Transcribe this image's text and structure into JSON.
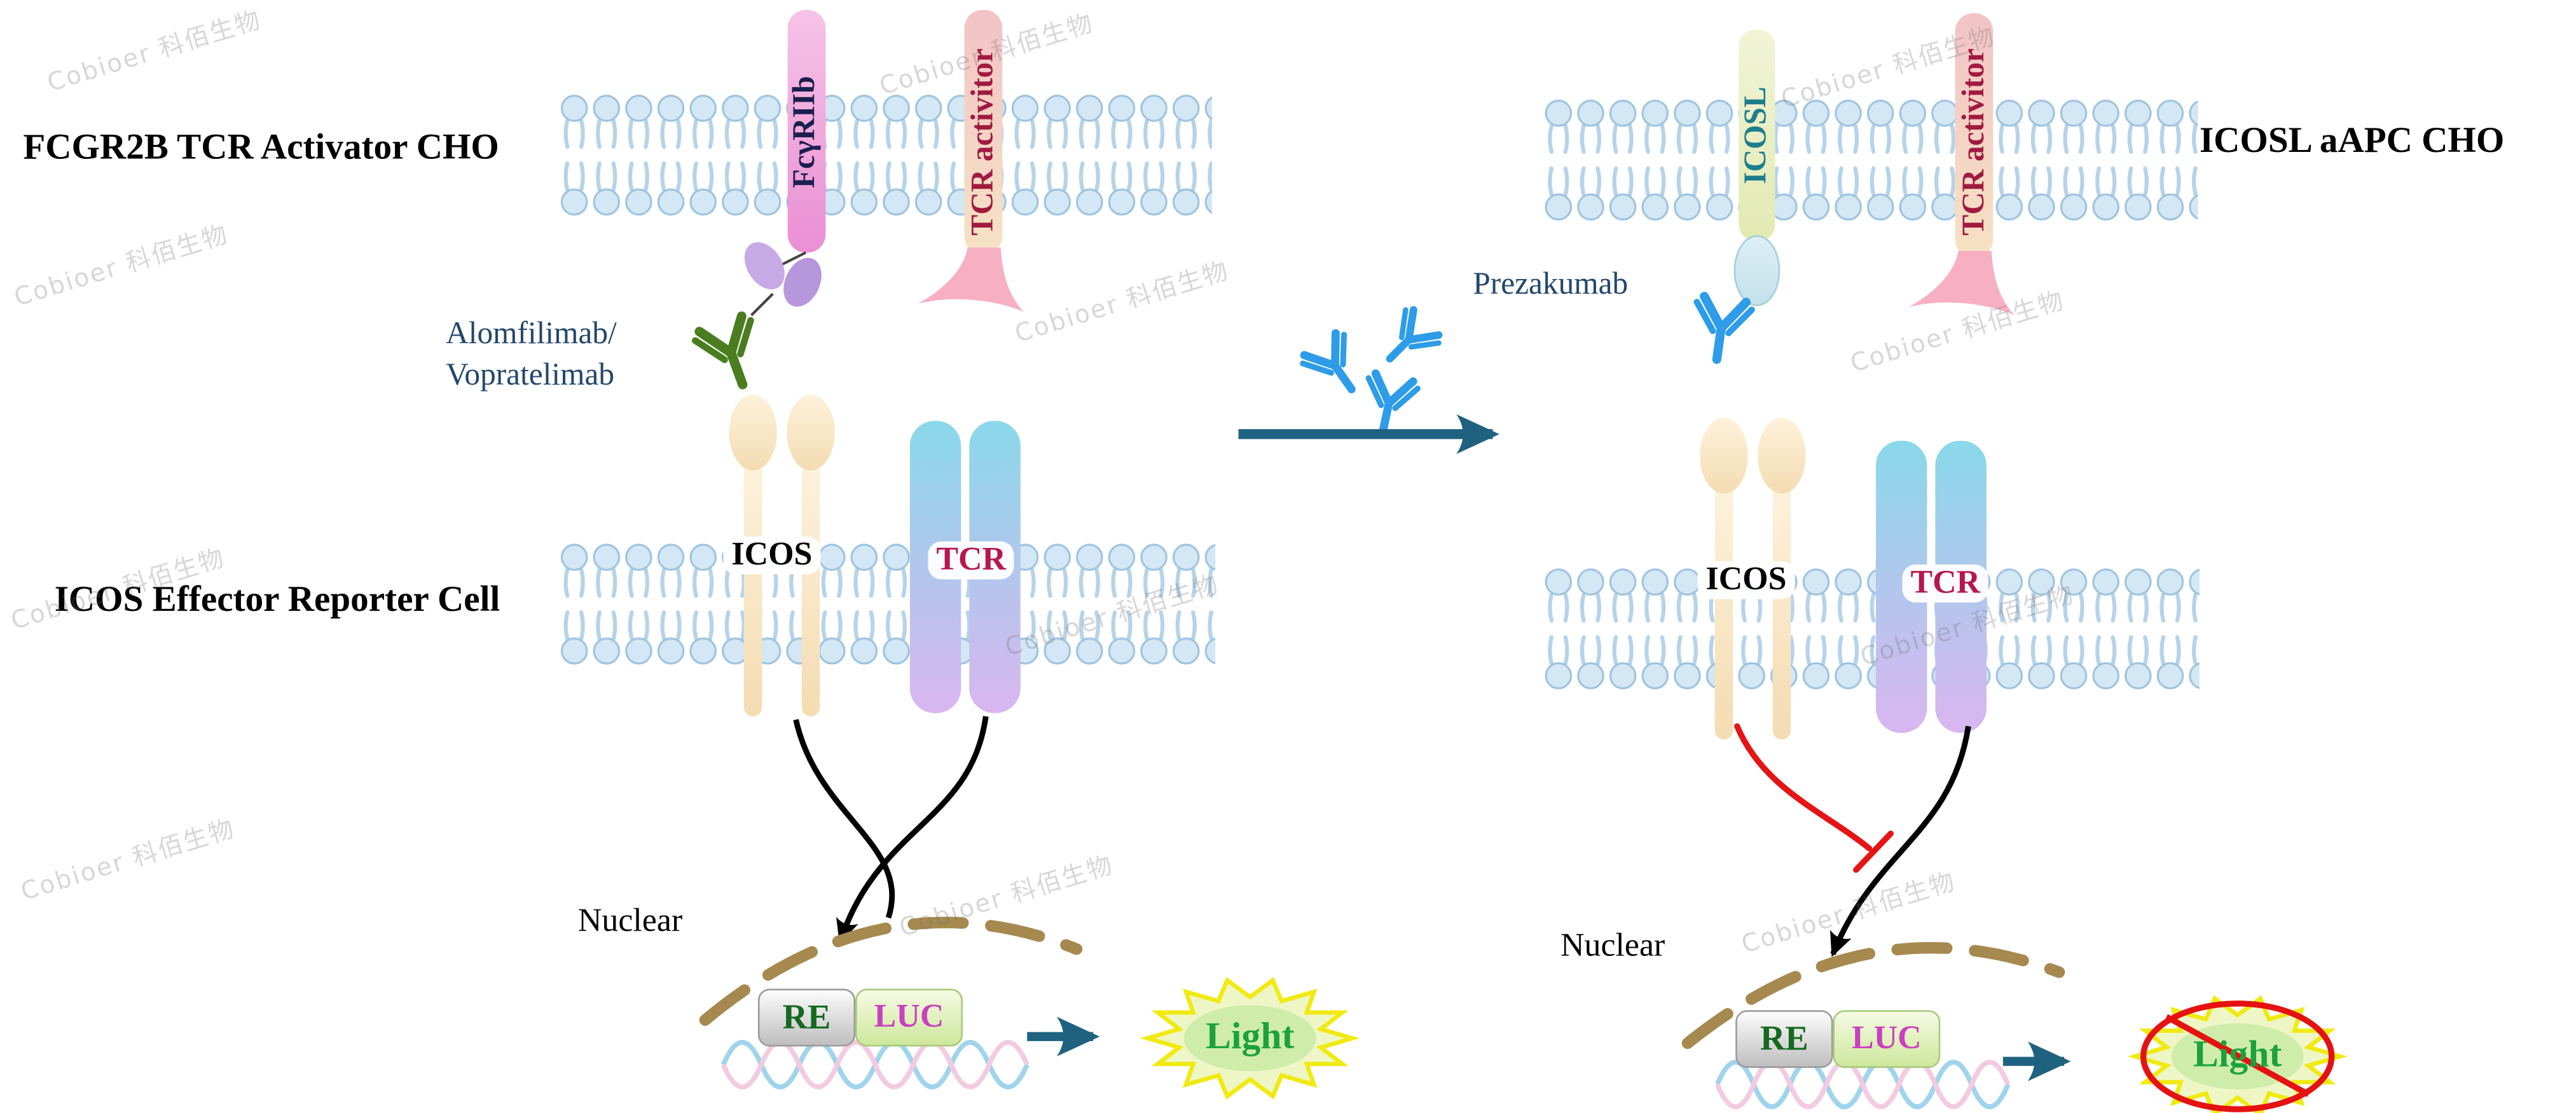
{
  "watermark": {
    "text": "Cobioer 科佰生物"
  },
  "left_panel": {
    "cell_line_label": "FCGR2B TCR Activator CHO",
    "reporter_label": "ICOS Effector Reporter Cell",
    "fc_receptor": "FcγRIIb",
    "tcr_activator": "TCR activitor",
    "antibody_line1": "Alomfilimab/",
    "antibody_line2": "Vopratelimab",
    "icos": "ICOS",
    "tcr": "TCR",
    "nuclear": "Nuclear",
    "re": "RE",
    "luc": "LUC",
    "light": "Light"
  },
  "right_panel": {
    "cell_line_label": "ICOSL aAPC CHO",
    "icosl_receptor": "ICOSL",
    "tcr_activator": "TCR activitor",
    "antibody": "Prezakumab",
    "icos": "ICOS",
    "tcr": "TCR",
    "nuclear": "Nuclear",
    "re": "RE",
    "luc": "LUC",
    "light": "Light"
  },
  "colors": {
    "membrane": "#bcd7ec",
    "teal_arrow": "#1f6280",
    "inhibition_red": "#e51515",
    "signal_black": "#000000",
    "nuclear_envelope": "#a6894f",
    "light_text": "#1ca23c",
    "starburst_stroke": "#f0ea12",
    "tcr_label": "#b5184c",
    "icosl_label": "#1e7d8c",
    "fc_receptor_label": "#1a1f4e",
    "antibody_green": "#4a7d1f",
    "antibody_blue": "#2e9ce8",
    "re_text": "#15691f",
    "luc_text": "#c940c0"
  }
}
